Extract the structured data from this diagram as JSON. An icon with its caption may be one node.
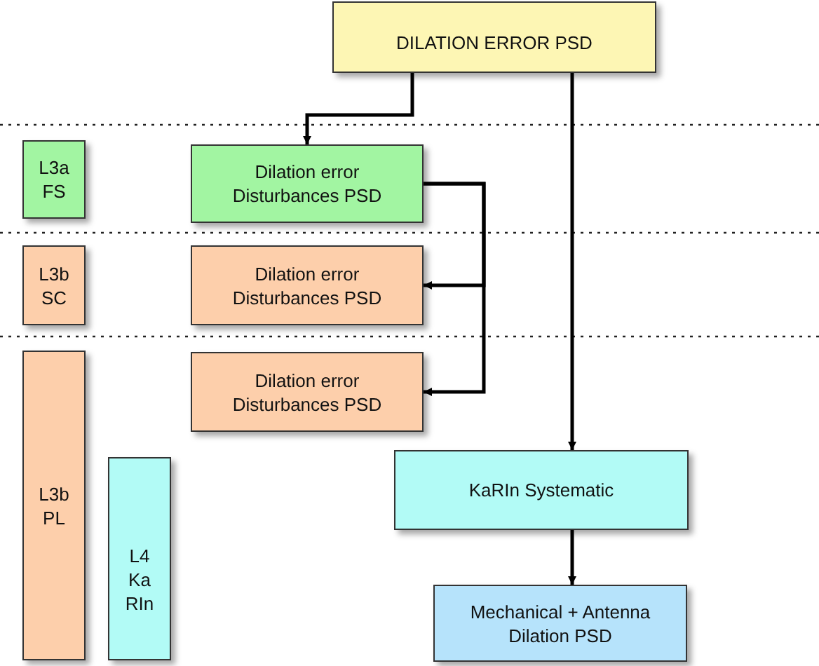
{
  "diagram": {
    "nodes": [
      {
        "text": [
          "DILATION ERROR PSD"
        ]
      },
      {
        "text": [
          "L3a FS"
        ]
      },
      {
        "text": [
          "Dilation error Disturbances PSD"
        ]
      },
      {
        "text": [
          "L3b SC"
        ]
      },
      {
        "text": [
          "Dilation error Disturbances PSD"
        ]
      },
      {
        "text": [
          "L3b PL"
        ]
      },
      {
        "text": [
          "Dilation error Disturbances PSD"
        ]
      },
      {
        "text": [
          "L4 Ka RIn"
        ]
      },
      {
        "text": [
          "KaRIn Systematic"
        ]
      },
      {
        "text": [
          "Mechanical + Antenna Dilation PSD"
        ]
      }
    ],
    "edges": [
      {
        "from": 0,
        "to": 2,
        "arrow": "to"
      },
      {
        "from": 0,
        "to": 8,
        "arrow": "to"
      },
      {
        "from": 2,
        "to": 4,
        "arrow": "to"
      },
      {
        "from": 2,
        "to": 6,
        "arrow": "to"
      },
      {
        "from": 8,
        "to": 9,
        "arrow": "to"
      }
    ]
  }
}
